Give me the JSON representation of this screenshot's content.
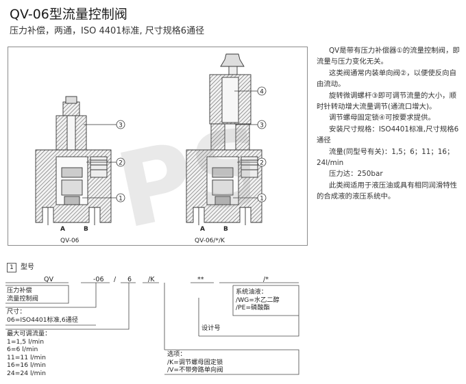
{
  "header": {
    "title": "QV-06型流量控制阀",
    "subtitle": "压力补偿，两通，ISO 4401标准, 尺寸规格6通径"
  },
  "figure": {
    "left_caption": "QV-06",
    "right_caption": "QV-06/*/K",
    "port_a": "A",
    "port_b": "B",
    "callouts": [
      "1",
      "2",
      "3",
      "4"
    ]
  },
  "description": {
    "paragraphs": [
      "QV是带有压力补偿器①的流量控制阀，即流量与压力变化无关。",
      "这类阀通常内装单向阀②，以便使反向自由流动。",
      "旋转微调螺杆③即可调节流量的大小，顺时针转动增大流量调节(通流口增大)。",
      "调节螺母固定锁④可按要求提供。",
      "安装尺寸规格：ISO4401标准,尺寸规格6通径",
      "流量(同型号有关)：1,5；6；11；16；24l/min",
      "压力达：250bar",
      "此类阀适用于液压油或具有相同润滑特性的合成液的液压系统中。"
    ]
  },
  "model_code": {
    "section_number": "1",
    "section_title": "型号",
    "segments": {
      "qv": "QV",
      "size": "-06",
      "slash1": "/",
      "flow": "6",
      "k": "/K",
      "design": "**",
      "fluid": "/*"
    },
    "qv_desc": [
      "压力补偿",
      "流量控制阀"
    ],
    "size_desc": [
      "尺寸：",
      "06=ISO4401标准,6通径"
    ],
    "flow_desc": [
      "最大可调流量：",
      "1=1,5 l/min",
      "6=6 l/min",
      "11=11 l/min",
      "16=16 l/min",
      "24=24 l/min"
    ],
    "options_desc": [
      "选项：",
      "/K=调节螺母固定锁",
      "/V=不带旁路单向阀"
    ],
    "design_desc": "设计号",
    "fluid_desc": [
      "系统油液：",
      "/WG=水乙二醇",
      "/PE=磷酸酯"
    ]
  },
  "colors": {
    "body_fill": "#e8e8e8",
    "hatch": "#555555",
    "line": "#333333"
  }
}
